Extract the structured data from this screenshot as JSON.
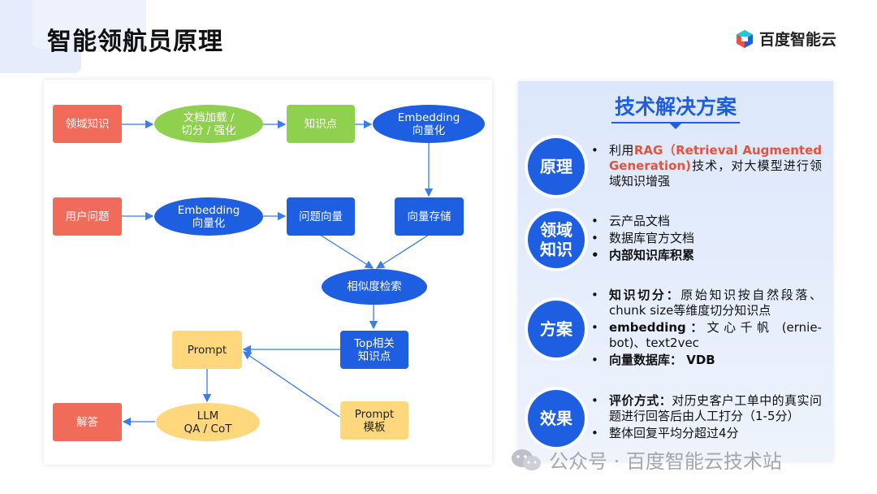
{
  "header": {
    "title": "智能领航员原理",
    "brand_name": "百度智能云"
  },
  "diagram": {
    "nodes": {
      "domain_knowledge": "领域知识",
      "doc_loading": "文档加载 /\n切分 / 强化",
      "knowledge_point": "知识点",
      "embedding_top": "Embedding\n向量化",
      "user_question": "用户问题",
      "embedding_mid": "Embedding\n向量化",
      "question_vector": "问题向量",
      "vector_storage": "向量存储",
      "similarity_search": "相似度检索",
      "top_related": "Top相关\n知识点",
      "prompt": "Prompt",
      "llm": "LLM\nQA / CoT",
      "answer": "解答",
      "prompt_template": "Prompt\n模板"
    }
  },
  "panel": {
    "title": "技术解决方案",
    "sections": [
      {
        "label": "原理",
        "items": [
          {
            "pre": "利用",
            "highlight": "RAG（Retrieval Augmented Generation)",
            "post": "技术，对大模型进行领域知识增强"
          }
        ]
      },
      {
        "label": "领域\n知识",
        "items": [
          {
            "text": "云产品文档"
          },
          {
            "text": "数据库官方文档"
          },
          {
            "highlight": "内部知识库积累"
          }
        ]
      },
      {
        "label": "方案",
        "items": [
          {
            "bold": "知识切分：",
            "text": "原始知识按自然段落、chunk size等维度切分知识点"
          },
          {
            "bold": "embedding：",
            "text": "文心千帆 (ernie-bot)、text2vec"
          },
          {
            "bold": "向量数据库： VDB",
            "text": ""
          }
        ]
      },
      {
        "label": "效果",
        "items": [
          {
            "bold": "评价方式：",
            "text": "对历史客户工单中的真实问题进行回答后由人工打分（1-5分）"
          },
          {
            "text": "整体回复平均分超过4分"
          }
        ]
      }
    ]
  },
  "watermark": {
    "text": "公众号 · 百度智能云技术站"
  },
  "colors": {
    "red_node": "#f16b5a",
    "green_node": "#8fd14f",
    "blue_node": "#1d5fe0",
    "yellow_node": "#ffd77d",
    "highlight_red": "#e5533a"
  }
}
